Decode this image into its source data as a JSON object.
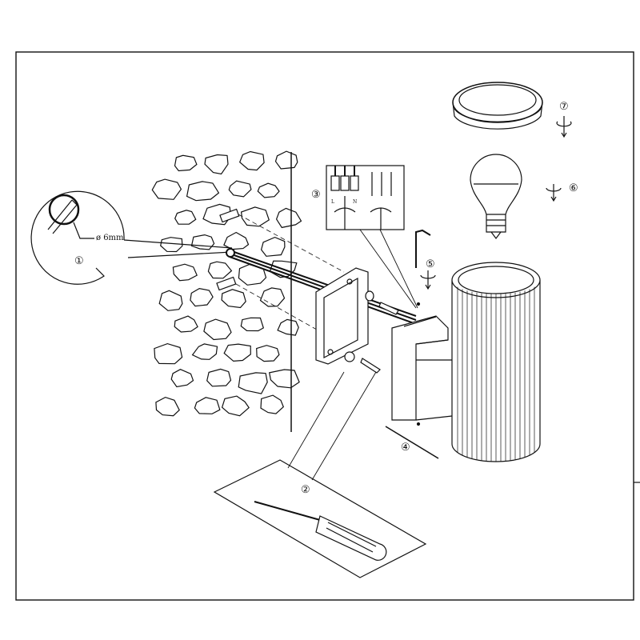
{
  "diagram": {
    "steps": {
      "step1": "①",
      "step2": "②",
      "step3": "③",
      "step4": "④",
      "step5": "⑤",
      "step6": "⑥",
      "step7": "⑦"
    },
    "drill_size": "ø 6mm",
    "terminal_labels": {
      "live": "L",
      "neutral": "N"
    }
  },
  "colors": {
    "line": "#111111",
    "background": "#ffffff"
  }
}
